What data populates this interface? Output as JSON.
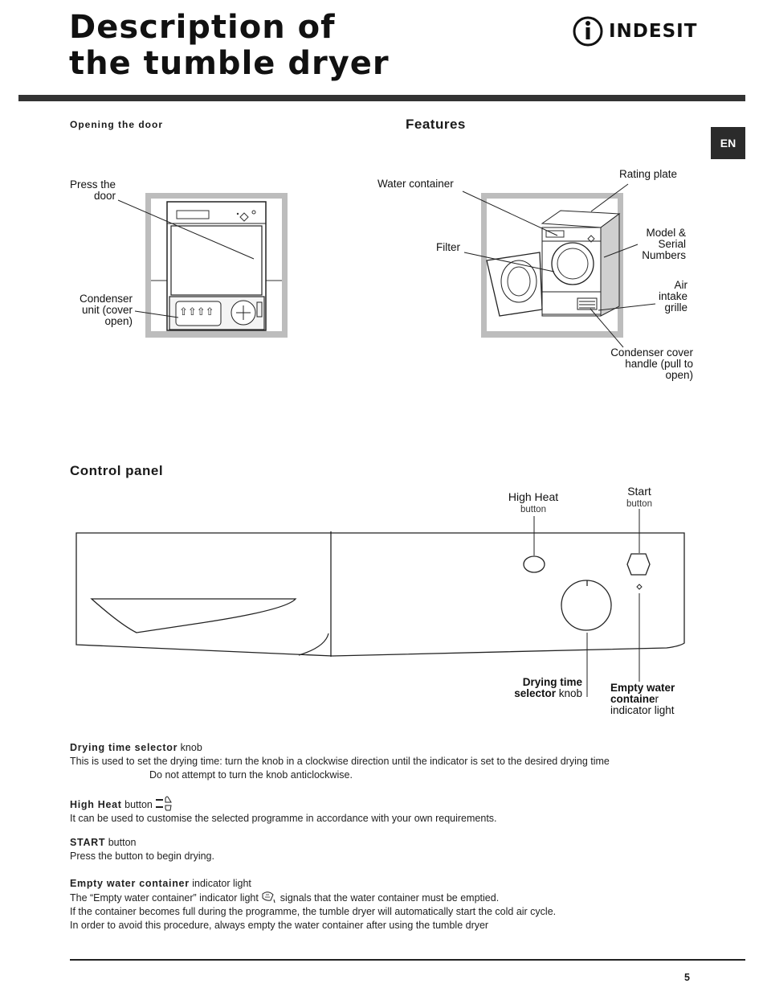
{
  "header": {
    "title_line1": "Description of",
    "title_line2": "the tumble dryer",
    "brand": "INDESIT",
    "language_tab": "EN"
  },
  "opening_door": {
    "heading": "Opening the door",
    "press_label_1": "Press the",
    "press_label_2": "door",
    "condenser_label_1": "Condenser",
    "condenser_label_2": "unit (cover",
    "condenser_label_3": "open)"
  },
  "features": {
    "heading": "Features",
    "water_container": "Water container",
    "rating_plate": "Rating plate",
    "filter": "Filter",
    "model_1": "Model &",
    "model_2": "Serial",
    "model_3": "Numbers",
    "air_1": "Air",
    "air_2": "intake",
    "air_3": "grille",
    "cover_1": "Condenser cover",
    "cover_2": "handle (pull to",
    "cover_3": "open)"
  },
  "control_panel": {
    "heading": "Control panel",
    "high_heat": "High Heat",
    "high_heat_sub": "button",
    "start": "Start",
    "start_sub": "button",
    "drying_1": "Drying time",
    "drying_2_bold": "selector",
    "drying_2_rest": " knob",
    "empty_1": "Empty water",
    "empty_2_bold": "containe",
    "empty_2_rest": "r",
    "empty_3": "indicator light"
  },
  "descriptions": {
    "drying": {
      "heading": "Drying time selector",
      "heading_rest": " knob",
      "line1": "This is used to set the drying time: turn the knob in a clockwise direction until the indicator is set to the desired drying time",
      "line2": "Do not attempt to turn the knob anticlockwise."
    },
    "high_heat": {
      "heading": "High Heat",
      "heading_rest": " button",
      "line1": "It can be used to customise the selected programme in accordance with your own requirements."
    },
    "start": {
      "heading": "START",
      "heading_rest": " button",
      "line1": "Press the button to begin drying."
    },
    "empty": {
      "heading": "Empty water container",
      "heading_rest": " indicator light",
      "line1_a": "The “Empty water container” indicator light",
      "line1_b": "signals that the water container must be emptied.",
      "line2": "If the container becomes full during the programme, the tumble dryer will automatically start the cold air cycle.",
      "line3": "In order to avoid this procedure, always empty the water container after using the tumble dryer"
    }
  },
  "footer": {
    "page_number": "5"
  },
  "icons": [
    "indesit-logo-icon",
    "high-heat-icon",
    "empty-water-icon"
  ]
}
